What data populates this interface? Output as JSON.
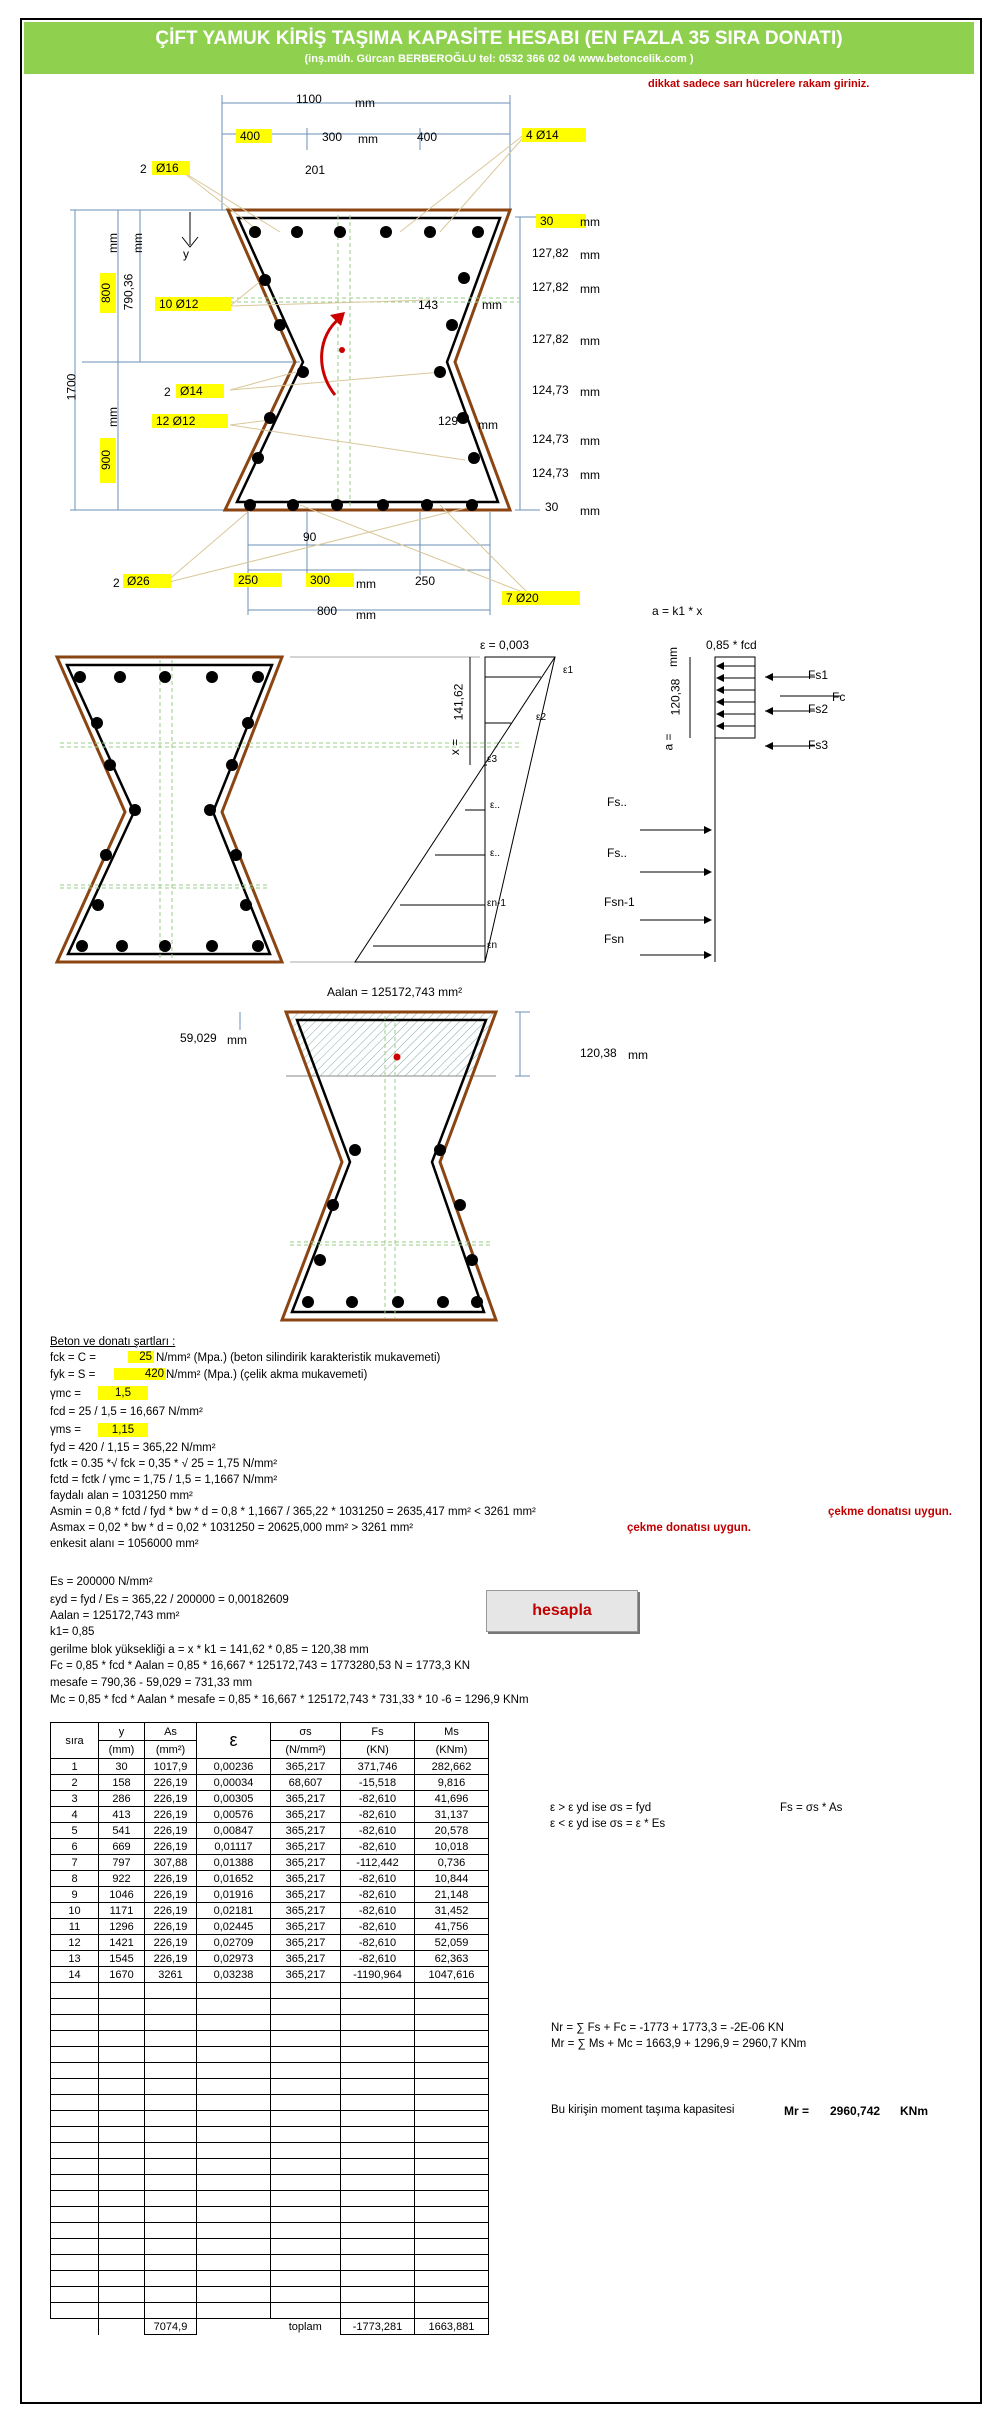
{
  "title": "ÇİFT YAMUK KİRİŞ TAŞIMA KAPASİTE HESABI (EN FAZLA 35 SIRA DONATI)",
  "subtitle": "(inş.müh. Gürcan BERBEROĞLU tel: 0532 366 02 04   www.betoncelik.com )",
  "warning": "dikkat sadece sarı hücrelere rakam giriniz.",
  "drawing": {
    "top_width": "1100",
    "top_left": "400",
    "top_mid": "300",
    "top_right": "400",
    "unit": "mm",
    "top_rebar": "4  Ø14",
    "left_top_rebar_count": "2",
    "left_top_rebar": "Ø16",
    "dim_201": "201",
    "cover_top": "30",
    "h_total": "1700",
    "h_upper": "800",
    "y_cg": "790,36",
    "rebar_10": "10  Ø12",
    "rebar_2_14_count": "2",
    "rebar_2_14": "Ø14",
    "rebar_12_12": "12  Ø12",
    "h_lower": "900",
    "dim_143": "143",
    "dim_129": "129",
    "dim_90": "90",
    "right_dims": [
      "127,82",
      "127,82",
      "127,82",
      "124,73",
      "124,73",
      "124,73"
    ],
    "cover_bot": "30",
    "bot_rebar_count": "2",
    "bot_rebar": "Ø26",
    "bot_left": "250",
    "bot_mid": "300",
    "bot_right": "250",
    "bot_width": "800",
    "bot_rebar2": "7  Ø20",
    "y_label": "y"
  },
  "stress": {
    "a_formula": "a = k1 * x",
    "fcd_label": "0,85 * fcd",
    "eps_label": "ε =  0,003",
    "x_label": "x =",
    "x_value": "141,62",
    "a_label": "a =",
    "a_value": "120,38",
    "mm": "mm",
    "eps1": "ε1",
    "eps2": "ε2",
    "eps3": "ε3",
    "epsn1": "εn-1",
    "epsn": "εn",
    "eps_dots": "ε..",
    "Fs1": "Fs1",
    "Fc": "Fc",
    "Fs2": "Fs2",
    "Fs3": "Fs3",
    "Fsdots": "Fs..",
    "Fsn1": "Fsn-1",
    "Fsn": "Fsn"
  },
  "area_section": {
    "aalan": "Aalan =  125172,743  mm²",
    "left_dim": "59,029",
    "right_dim": "120,38",
    "mm": "mm"
  },
  "calc": {
    "heading": "Beton ve donatı şartları :",
    "fck_label": "fck = C =",
    "fck": "25",
    "fck_unit": "N/mm² (Mpa.) (beton silindirik karakteristik mukavemeti)",
    "fyk_label": "fyk = S =",
    "fyk": "420",
    "fyk_unit": "N/mm² (Mpa.) (çelik akma mukavemeti)",
    "gmc_label": "γmc =",
    "gmc": "1,5",
    "fcd_line": "fcd =       25   /       1,5     =    16,667   N/mm²",
    "gms_label": "γms =",
    "gms": "1,15",
    "fyd_line": "fyd =       420      /       1,15      =    365,22   N/mm²",
    "fctk_line": "fctk = 0.35 *√ fck =       0,35     * √    25     =     1,75     N/mm²",
    "fctd_line": "fctd = fctk / γmc =         1,75         /        1,5       =    1,1667   N/mm²",
    "faydali_line": "faydalı alan =          1031250     mm²",
    "asmin_line": "Asmin = 0,8 * fctd / fyd * bw * d =       0,8       *     1,1667    /     365,22    *      1031250     =     2635,417    mm²      <       3261     mm²",
    "asmin_ok": "çekme donatısı uygun.",
    "asmax_line": "Asmax = 0,02 * bw * d =    0,02      *      1031250      =     20625,000   mm²       >       3261     mm²",
    "asmax_ok": "çekme donatısı uygun.",
    "enkesit_line": "enkesit alanı =         1056000     mm²",
    "es_line": "Es =          200000      N/mm²",
    "eyd_line": "εyd = fyd / Es =    365,22      /         200000        =    0,00182609",
    "aalan_line": "Aalan =  125172,743  mm²",
    "k1_line": "k1=    0,85",
    "gerilme_line": "gerilme blok yüksekliği    a = x * k1 =    141,62      *      0,85       =     120,38    mm",
    "fc_line": "Fc = 0,85 * fcd * Aalan =      0,85      *     16,667     *     125172,743     =    1773280,53  N     =      1773,3   KN",
    "mesafe_line": "mesafe =        790,36     -     59,029     =     731,33   mm",
    "mc_line": "Mc = 0,85 * fcd * Aalan * mesafe = 0,85 *  16,667      *    125172,743      *     731,33   * 10 -6   =          1296,9    KNm",
    "button": "hesapla"
  },
  "table": {
    "headers": [
      "sıra",
      "y",
      "As",
      "ε",
      "σs",
      "Fs",
      "Ms"
    ],
    "units": [
      "",
      "(mm)",
      "(mm²)",
      "",
      "(N/mm²)",
      "(KN)",
      "(KNm)"
    ],
    "rows": [
      [
        "1",
        "30",
        "1017,9",
        "0,00236",
        "365,217",
        "371,746",
        "282,662"
      ],
      [
        "2",
        "158",
        "226,19",
        "0,00034",
        "68,607",
        "-15,518",
        "9,816"
      ],
      [
        "3",
        "286",
        "226,19",
        "0,00305",
        "365,217",
        "-82,610",
        "41,696"
      ],
      [
        "4",
        "413",
        "226,19",
        "0,00576",
        "365,217",
        "-82,610",
        "31,137"
      ],
      [
        "5",
        "541",
        "226,19",
        "0,00847",
        "365,217",
        "-82,610",
        "20,578"
      ],
      [
        "6",
        "669",
        "226,19",
        "0,01117",
        "365,217",
        "-82,610",
        "10,018"
      ],
      [
        "7",
        "797",
        "307,88",
        "0,01388",
        "365,217",
        "-112,442",
        "0,736"
      ],
      [
        "8",
        "922",
        "226,19",
        "0,01652",
        "365,217",
        "-82,610",
        "10,844"
      ],
      [
        "9",
        "1046",
        "226,19",
        "0,01916",
        "365,217",
        "-82,610",
        "21,148"
      ],
      [
        "10",
        "1171",
        "226,19",
        "0,02181",
        "365,217",
        "-82,610",
        "31,452"
      ],
      [
        "11",
        "1296",
        "226,19",
        "0,02445",
        "365,217",
        "-82,610",
        "41,756"
      ],
      [
        "12",
        "1421",
        "226,19",
        "0,02709",
        "365,217",
        "-82,610",
        "52,059"
      ],
      [
        "13",
        "1545",
        "226,19",
        "0,02973",
        "365,217",
        "-82,610",
        "62,363"
      ],
      [
        "14",
        "1670",
        "3261",
        "0,03238",
        "365,217",
        "-1190,964",
        "1047,616"
      ]
    ],
    "total_as": "7074,9",
    "total_label": "toplam",
    "total_fs": "-1773,281",
    "total_ms": "1663,881"
  },
  "right": {
    "rule1": "ε  >  ε yd    ise     σs = fyd",
    "rule2": "ε  <  ε yd    ise     σs = ε * Es",
    "rule3": "Fs = σs * As",
    "nr_line": "Nr = ∑ Fs + Fc =        -1773     +    1773,3     =   -2E-06  KN",
    "mr_line": "Mr = ∑ Ms + Mc =       1663,9    +    1296,9     =   2960,7  KNm",
    "cap_label": "Bu kirişin moment taşıma kapasitesi",
    "cap_mr": "Mr =",
    "cap_value": "2960,742",
    "cap_unit": "KNm"
  }
}
